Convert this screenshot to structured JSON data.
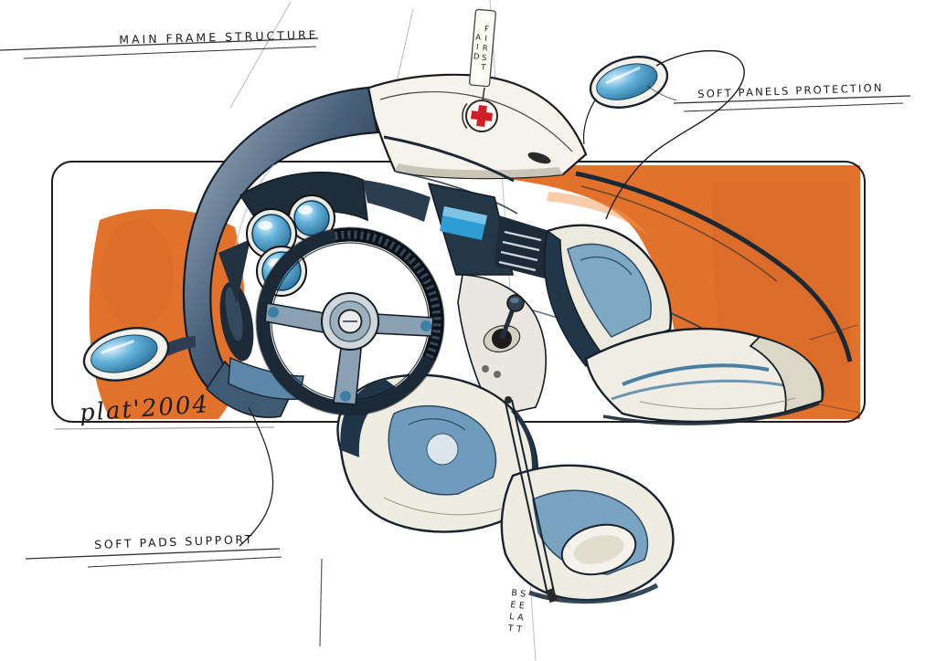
{
  "annotations": {
    "main_frame_structure": "MAIN FRAME STRUCTURE",
    "soft_panels_protection": "SOFT PANELS PROTECTION",
    "soft_pads_support": "SOFT PADS SUPPORT",
    "seat_belt": "SEAT BELT",
    "first_aid_tag": "FIRST AID",
    "signature": "plat'2004"
  },
  "colors": {
    "marker_orange": "#e2712b",
    "frame_navy": "#2c3e50",
    "accent_blue": "#2f9cd4",
    "seat_cream": "#efece1",
    "ink": "#1b1b1b",
    "first_aid_red": "#cf2027"
  }
}
